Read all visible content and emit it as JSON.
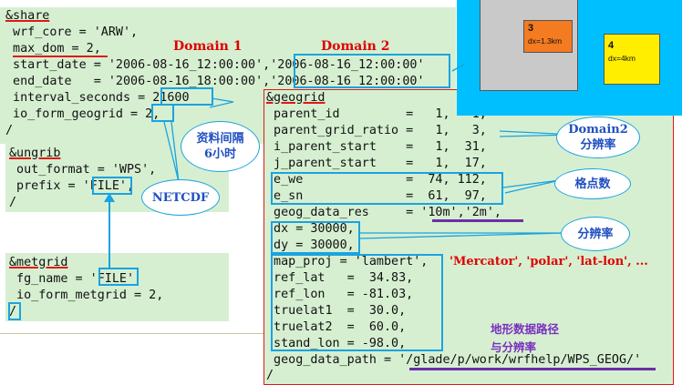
{
  "share": {
    "header": "&share",
    "lines": [
      " wrf_core = 'ARW',",
      " max_dom = 2,",
      " start_date = '2006-08-16_12:00:00','2006-08-16_12:00:00'",
      " end_date   = '2006-08-16_18:00:00','2006-08-16_12:00:00'",
      " interval_seconds = 21600",
      " io_form_geogrid = 2,",
      "/"
    ]
  },
  "ungrib": {
    "header": "&ungrib",
    "lines": [
      " out_format = 'WPS',",
      " prefix = 'FILE',",
      "/"
    ]
  },
  "metgrid": {
    "header": "&metgrid",
    "lines": [
      " fg_name = 'FILE'",
      " io_form_metgrid = 2,",
      "/"
    ]
  },
  "geogrid": {
    "header": "&geogrid",
    "lines": [
      " parent_id         =   1,   1,",
      " parent_grid_ratio =   1,   3,",
      " i_parent_start    =   1,  31,",
      " j_parent_start    =   1,  17,",
      " e_we              =  74, 112,",
      " e_sn              =  61,  97,",
      " geog_data_res     = '10m','2m',",
      " dx = 30000,",
      " dy = 30000,",
      " map_proj = 'lambert',",
      " ref_lat   =  34.83,",
      " ref_lon   = -81.03,",
      " truelat1  =  30.0,",
      " truelat2  =  60.0,",
      " stand_lon = -98.0,",
      " geog_data_path = '/glade/p/work/wrfhelp/WPS_GEOG/'",
      "/"
    ]
  },
  "labels": {
    "domain1": "Domain 1",
    "domain2": "Domain 2",
    "projections": "'Mercator', 'polar', 'lat-lon', ..."
  },
  "callouts": {
    "interval_line1": "资料间隔",
    "interval_line2": "6小时",
    "netcdf": "NETCDF",
    "domain2_res_line1": "Domain2",
    "domain2_res_line2": "分辨率",
    "grid_points": "格点数",
    "resolution": "分辨率",
    "terrain_line1": "地形数据路径",
    "terrain_line2": "与分辨率"
  },
  "domain_map": {
    "d3_number": "3",
    "d3_dx": "dx=1.3km",
    "d4_number": "4",
    "d4_dx": "dx=4km",
    "colors": {
      "outer": "#00bfff",
      "grey": "#c9c9c9",
      "d3": "#f47b20",
      "d4": "#ffee00"
    }
  }
}
